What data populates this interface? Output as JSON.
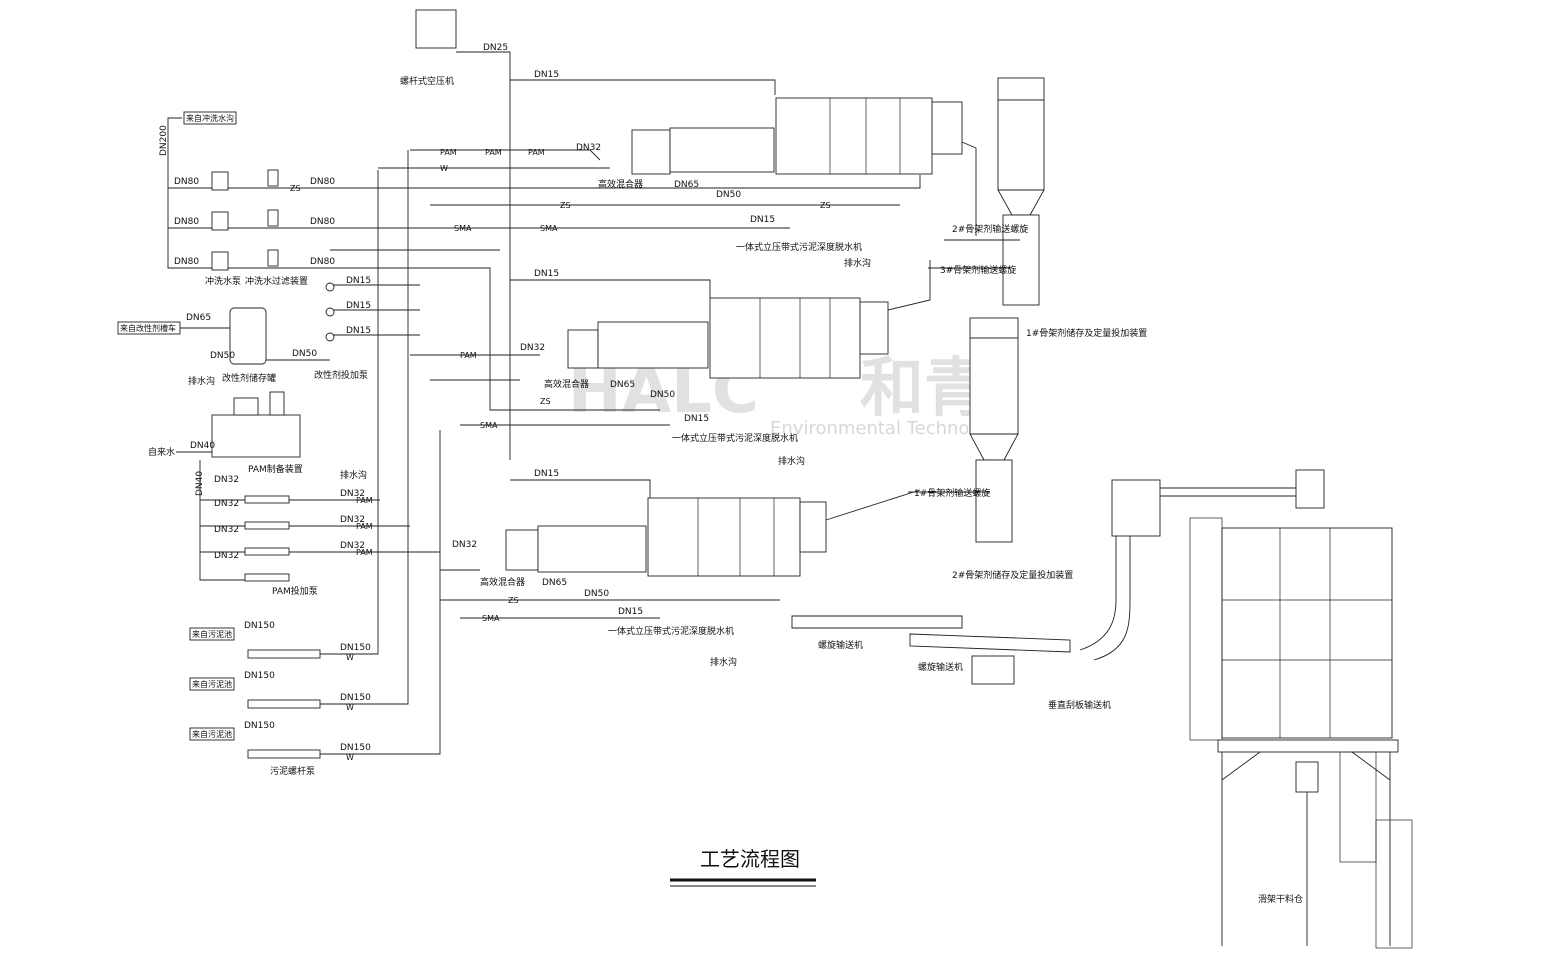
{
  "diagram": {
    "title": "工艺流程图",
    "watermark": {
      "brand": "HALC",
      "cn": "和青",
      "sub": "Environmental Technolo"
    },
    "equipment": {
      "air_compressor": "螺杆式空压机",
      "flush_source": "来自冲洗水沟",
      "flush_pump": "冲洗水泵",
      "flush_filter": "冲洗水过滤装置",
      "modifier_source": "来自改性剂槽车",
      "modifier_tank": "改性剂储存罐",
      "modifier_pump": "改性剂投加泵",
      "drain_1": "排水沟",
      "drain_2": "排水沟",
      "drain_3": "排水沟",
      "drain_4": "排水沟",
      "drain_5": "排水沟",
      "tap_water": "自来水",
      "pam_prep": "PAM制备装置",
      "pam_pump": "PAM投加泵",
      "sludge_source_1": "来自污泥池",
      "sludge_source_2": "来自污泥池",
      "sludge_source_3": "来自污泥池",
      "sludge_pump": "污泥螺杆泵",
      "mixer_1": "高效混合器",
      "mixer_2": "高效混合器",
      "mixer_3": "高效混合器",
      "press_1": "一体式立压带式污泥深度脱水机",
      "press_2": "一体式立压带式污泥深度脱水机",
      "press_3": "一体式立压带式污泥深度脱水机",
      "conveyor_2": "2#骨架剂输送螺旋",
      "conveyor_3": "3#骨架剂输送螺旋",
      "conveyor_1": "1#骨架剂输送螺旋",
      "silo_1": "1#骨架剂储存及定量投加装置",
      "silo_2": "2#骨架剂储存及定量投加装置",
      "screw_conveyor_1": "螺旋输送机",
      "screw_conveyor_2": "螺旋输送机",
      "vertical_conveyor": "垂直刮板输送机",
      "dry_silo": "滑架干料仓"
    },
    "pipe_sizes": {
      "dn25": "DN25",
      "dn15": "DN15",
      "dn200": "DN200",
      "dn80": "DN80",
      "dn65": "DN65",
      "dn50": "DN50",
      "dn40": "DN40",
      "dn32": "DN32",
      "dn150": "DN150"
    },
    "line_codes": {
      "pam": "PAM",
      "w": "W",
      "zs": "ZS",
      "sma": "SMA"
    }
  }
}
